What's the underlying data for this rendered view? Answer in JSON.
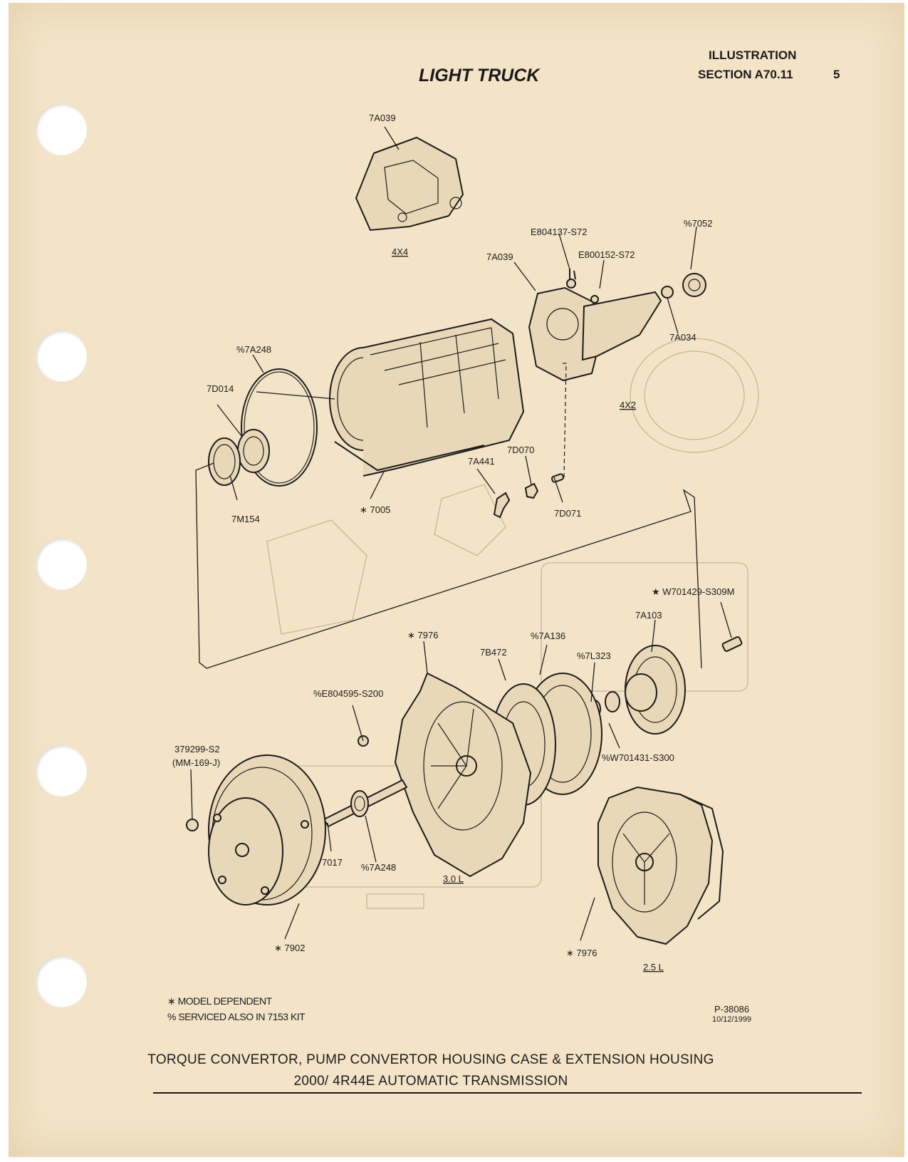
{
  "header": {
    "title": "LIGHT TRUCK",
    "section_line1": "ILLUSTRATION",
    "section_line2": "SECTION A70.11",
    "page_number": "5"
  },
  "labels": {
    "top_7a039": "7A039",
    "config_4x4": "4X4",
    "e804137": "E804137-S72",
    "p7052": "%7052",
    "e800152": "E800152-S72",
    "mid_7a039": "7A039",
    "a7a034": "7A034",
    "config_4x2": "4X2",
    "p7a248_top": "%7A248",
    "d7d014": "7D014",
    "m7m154": "7M154",
    "s7005": "∗ 7005",
    "a7a441": "7A441",
    "d7d070": "7D070",
    "d7d071": "7D071",
    "w701429": "★ W701429-S309M",
    "a7a103": "7A103",
    "s7976_top": "∗ 7976",
    "p7a136": "%7A136",
    "b7b472": "7B472",
    "p7l323": "%7L323",
    "pe804595": "%E804595-S200",
    "s379299": "379299-S2",
    "mm169": "(MM-169-J)",
    "pw701431": "%W701431-S300",
    "n7017": "7017",
    "p7a248_bot": "%7A248",
    "config_30l": "3.0 L",
    "s7902": "∗ 7902",
    "s7976_bot": "∗ 7976",
    "config_25l": "2.5 L"
  },
  "notes": {
    "model_dependent": "∗  MODEL DEPENDENT",
    "serviced_also": "%  SERVICED ALSO IN 7153 KIT"
  },
  "reference": {
    "number": "P-38086",
    "date": "10/12/1999"
  },
  "caption": {
    "line1": "TORQUE CONVERTOR, PUMP CONVERTOR HOUSING CASE & EXTENSION HOUSING",
    "line2": "2000/ 4R44E AUTOMATIC TRANSMISSION"
  }
}
